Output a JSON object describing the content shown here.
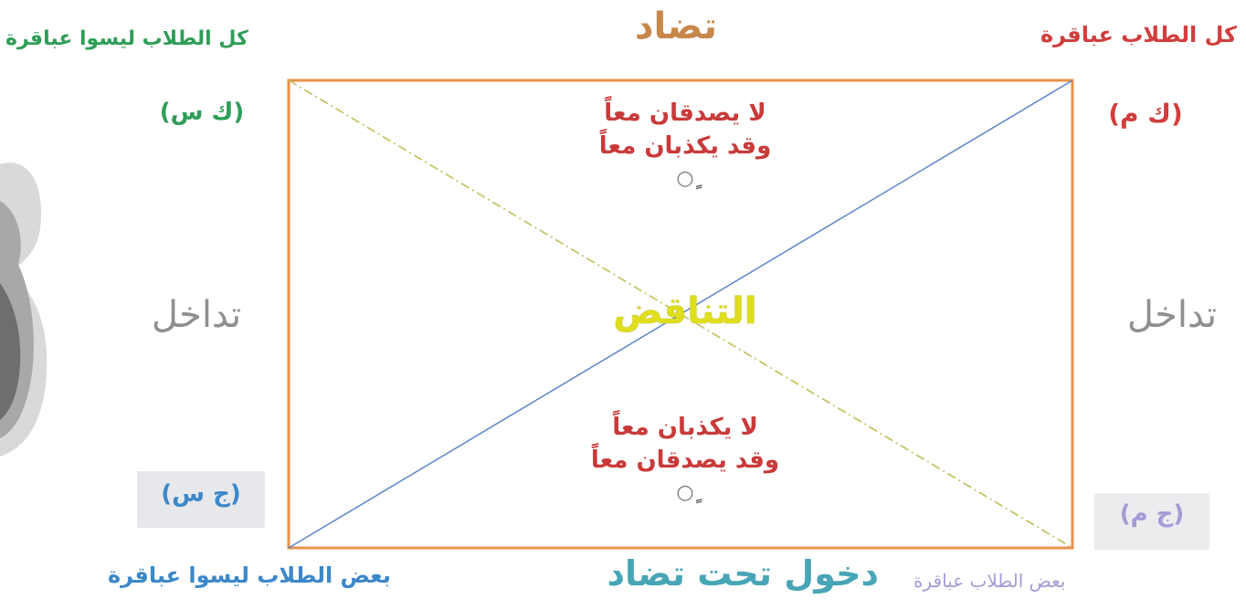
{
  "colors": {
    "frame": "#e8914a",
    "contradiction_line_1": "#5a86c8",
    "contradiction_line_2": "#c7c467",
    "contrary": "#c8874b",
    "universal_affirmative": "#d23d3d",
    "universal_negative": "#2f9e57",
    "subaltern": "#8f8f8f",
    "subcontrary": "#47a5b6",
    "particular_negative": "#3c88c9",
    "particular_affirmative": "#a69ad6",
    "rule_text": "#c93a3a",
    "center": "#dede1c"
  },
  "top": {
    "relation": "تضاد",
    "left_statement": "كل الطلاب ليسوا عباقرة",
    "right_statement": "كل الطلاب عباقرة",
    "left_symbol": "(ك س)",
    "right_symbol": "(ك م)"
  },
  "sides": {
    "left_relation": "تداخل",
    "right_relation": "تداخل"
  },
  "center": {
    "relation": "التناقض"
  },
  "rules": {
    "top_line1": "لا يصدقان معاً",
    "top_line2": "وقد يكذبان معاً",
    "top_mark": "ٍٍ○",
    "bottom_line1": "لا يكذبان معاً",
    "bottom_line2": "وقد يصدقان معاً",
    "bottom_mark": "ٍٍ○"
  },
  "bottom": {
    "relation": "دخول تحت تضاد",
    "left_statement": "بعض الطلاب ليسوا عباقرة",
    "right_statement": "بعض الطلاب عباقرة",
    "left_symbol": "(ج س)",
    "right_symbol": "(ج م)"
  },
  "icons": {
    "portrait": "scholar-portrait-icon"
  }
}
